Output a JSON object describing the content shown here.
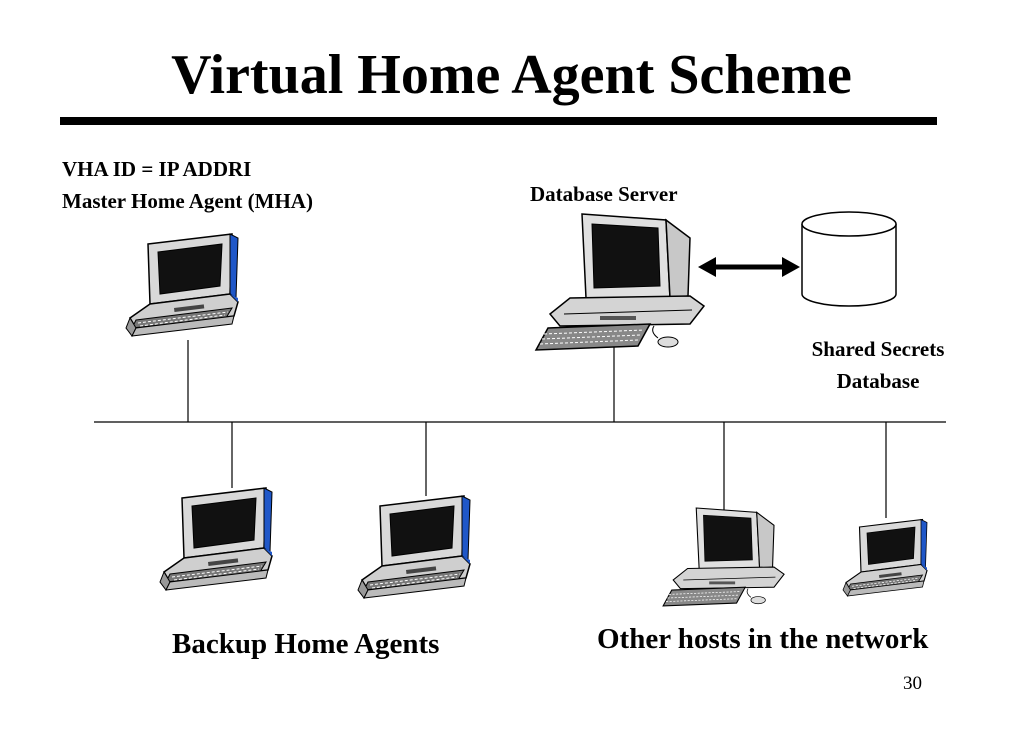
{
  "slide": {
    "title": "Virtual Home Agent Scheme",
    "page_number": "30"
  },
  "labels": {
    "vha_id": "VHA ID = IP ADDRI",
    "mha": "Master Home Agent (MHA)",
    "db_server": "Database Server",
    "shared_secrets_line1": "Shared Secrets",
    "shared_secrets_line2": "Database",
    "backup_agents": "Backup Home Agents",
    "other_hosts": "Other hosts in the network"
  },
  "icons": {
    "laptop": "laptop-icon",
    "desktop": "desktop-computer-icon",
    "database": "database-cylinder-icon"
  },
  "colors": {
    "screen": "#111111",
    "laptop_side_accent": "#1f57c8",
    "line": "#000000"
  }
}
